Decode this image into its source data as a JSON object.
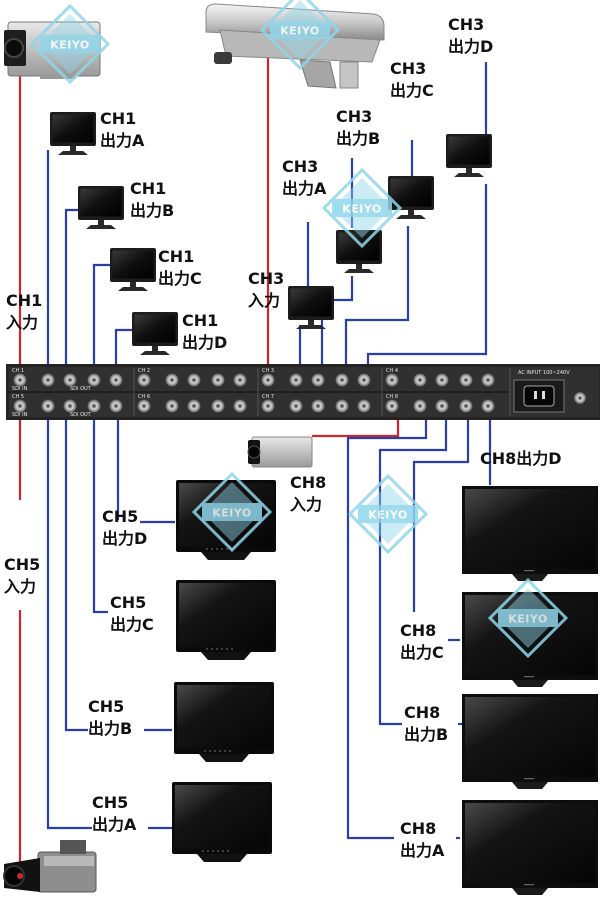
{
  "brand": {
    "logo_text": "KEIYO",
    "logo_color": "#8fd6ea"
  },
  "colors": {
    "input_line": "#d0262b",
    "output_line": "#2a3fa8",
    "panel": "#2b2b2b",
    "label": "#111111"
  },
  "panel": {
    "ch1": "CH 1",
    "ch2": "CH 2",
    "ch3": "CH 3",
    "ch4": "CH 4",
    "ch5": "CH 5",
    "ch6": "CH 6",
    "ch7": "CH 7",
    "ch8": "CH 8",
    "sdi_in": "SDI IN",
    "sdi_out": "SDI OUT",
    "power": "AC INPUT 100~240V"
  },
  "labels": {
    "ch1_in": [
      "CH1",
      "入力"
    ],
    "ch5_in": [
      "CH5",
      "入力"
    ],
    "ch3_in": [
      "CH3",
      "入力"
    ],
    "ch8_in": [
      "CH8",
      "入力"
    ],
    "ch1_a": [
      "CH1",
      "出力A"
    ],
    "ch1_b": [
      "CH1",
      "出力B"
    ],
    "ch1_c": [
      "CH1",
      "出力C"
    ],
    "ch1_d": [
      "CH1",
      "出力D"
    ],
    "ch3_a": [
      "CH3",
      "出力A"
    ],
    "ch3_b": [
      "CH3",
      "出力B"
    ],
    "ch3_c": [
      "CH3",
      "出力C"
    ],
    "ch3_d": [
      "CH3",
      "出力D"
    ],
    "ch5_a": [
      "CH5",
      "出力A"
    ],
    "ch5_b": [
      "CH5",
      "出力B"
    ],
    "ch5_c": [
      "CH5",
      "出力C"
    ],
    "ch5_d": [
      "CH5",
      "出力D"
    ],
    "ch8_a": [
      "CH8",
      "出力A"
    ],
    "ch8_b": [
      "CH8",
      "出力B"
    ],
    "ch8_c": [
      "CH8",
      "出力C"
    ],
    "ch8_d": "CH8出力D"
  }
}
